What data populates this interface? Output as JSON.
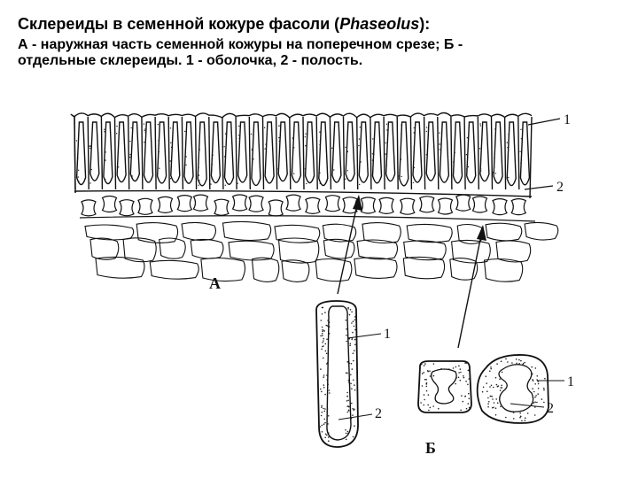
{
  "caption": {
    "title_prefix": "Склереиды в семенной кожуре фасоли (",
    "title_italic": "Phaseolus",
    "title_suffix": "):",
    "line2": "А - наружная часть семенной кожуры на поперечном срезе; Б -",
    "line3": "отдельные склереиды. 1 - оболочка, 2 - полость."
  },
  "figure_labels": {
    "part_a": "А",
    "part_b": "Б",
    "section_wall": "1",
    "section_cavity": "2",
    "long_wall": "1",
    "long_cavity": "2",
    "round_wall": "1",
    "round_cavity": "2"
  },
  "colors": {
    "ink": "#111111",
    "background": "#ffffff"
  }
}
